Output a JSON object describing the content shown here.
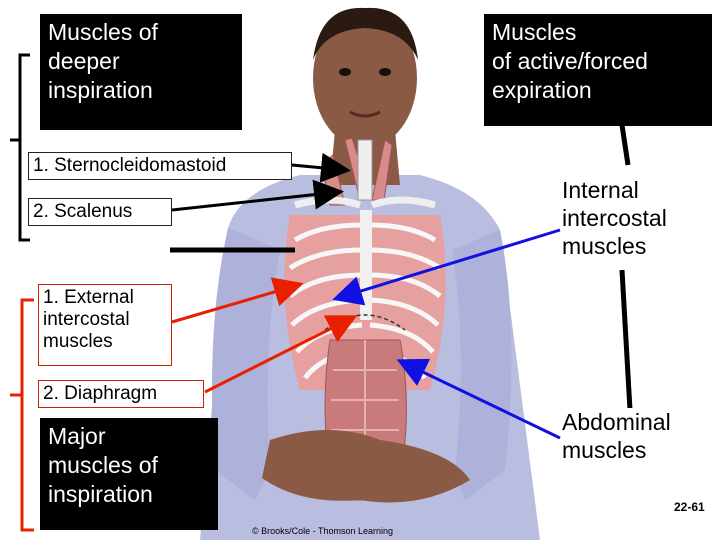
{
  "deeper_inspiration": {
    "title_lines": [
      "Muscles of",
      "deeper",
      "inspiration"
    ],
    "items": [
      "1. Sternocleidomastoid",
      "2. Scalenus"
    ]
  },
  "forced_expiration": {
    "title_lines": [
      "Muscles",
      "of active/forced",
      "expiration"
    ],
    "items": [
      {
        "lines": [
          "Internal",
          "intercostal",
          "muscles"
        ]
      },
      {
        "lines": [
          "Abdominal",
          "muscles"
        ]
      }
    ]
  },
  "major_inspiration": {
    "items": [
      {
        "lines": [
          "1. External",
          "intercostal",
          "muscles"
        ]
      },
      {
        "lines": [
          "2. Diaphragm"
        ]
      }
    ],
    "title_lines": [
      "Major",
      "muscles of",
      "inspiration"
    ]
  },
  "footer": {
    "copyright": "© Brooks/Cole - Thomson Learning",
    "slide_number": "22-61"
  },
  "colors": {
    "expiration_arrow": "#1010e0",
    "inspiration_arrow": "#e82000",
    "inspiration_bracket": "#e82000",
    "deeper_arrow": "#000000",
    "skin": "#8a5a44",
    "sweater": "#b9bde0",
    "muscle": "#d98a8a"
  }
}
